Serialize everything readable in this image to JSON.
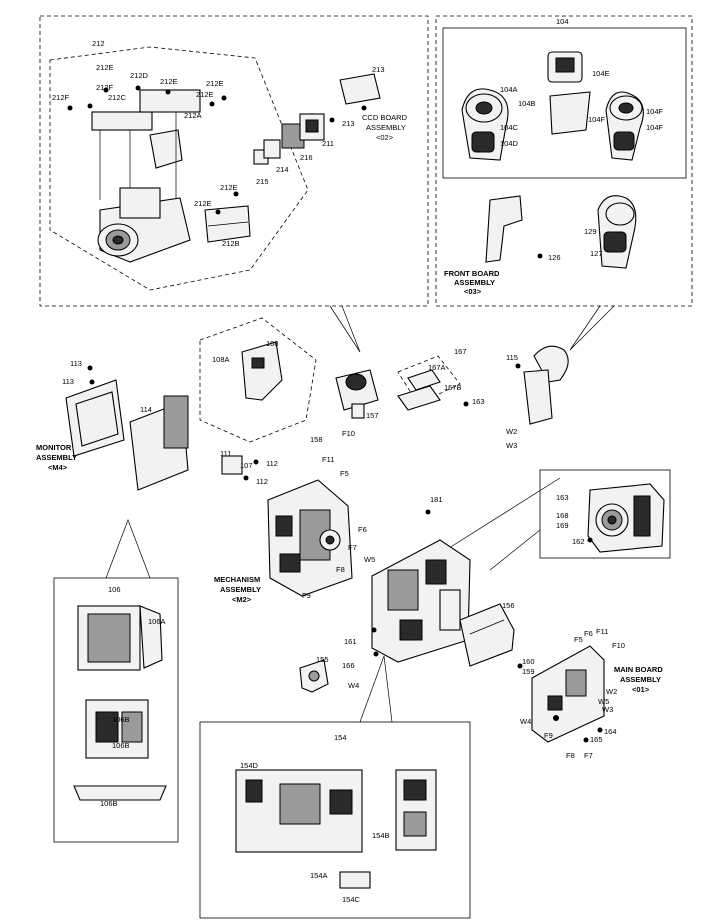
{
  "labels": {
    "g212": "212",
    "p212E_a": "212E",
    "p212D": "212D",
    "p212E_b": "212E",
    "p212F_a": "212F",
    "p212E_c": "212E",
    "p212E_d": "212E",
    "p212F_b": "212F",
    "p212C": "212C",
    "p212A": "212A",
    "p213_a": "213",
    "p213_b": "213",
    "ccd1": "CCD BOARD",
    "ccd2": "ASSEMBLY",
    "ccd3": "<02>",
    "p211": "211",
    "p216": "216",
    "p214": "214",
    "p215": "215",
    "p212E_e": "212E",
    "p212E_f": "212E",
    "p212B": "212B",
    "g104": "104",
    "p104E": "104E",
    "p104A": "104A",
    "p104B": "104B",
    "p104F_a": "104F",
    "p104F_b": "104F",
    "p104F_c": "104F",
    "p104C": "104C",
    "p104D": "104D",
    "p129": "129",
    "p127": "127",
    "p126": "126",
    "fb1": "FRONT BOARD",
    "fb2": "ASSEMBLY",
    "fb3": "<03>",
    "p108": "108",
    "p108A": "108A",
    "p113_a": "113",
    "p113_b": "113",
    "p114": "114",
    "mon1": "MONITOR",
    "mon2": "ASSEMBLY",
    "mon3": "<M4>",
    "p111": "111",
    "p107": "107",
    "p112_a": "112",
    "p112_b": "112",
    "p167": "167",
    "p167A": "167A",
    "p167B": "167B",
    "p163_a": "163",
    "p157": "157",
    "pF10_a": "F10",
    "p158": "158",
    "pF11_a": "F11",
    "p115": "115",
    "pW2_a": "W2",
    "pW3_a": "W3",
    "pF5_a": "F5",
    "pF6_a": "F6",
    "pF7_a": "F7",
    "pF8_a": "F8",
    "pW5_a": "W5",
    "pF9_a": "F9",
    "mech1": "MECHANISM",
    "mech2": "ASSEMBLY",
    "mech3": "<M2>",
    "p181": "181",
    "p163_b": "163",
    "p168": "168",
    "p169": "169",
    "p162": "162",
    "p161": "161",
    "p166": "166",
    "p156": "156",
    "p155": "155",
    "pW4_a": "W4",
    "p160": "160",
    "p159": "159",
    "pF5_b": "F5",
    "pF6_b": "F6",
    "pF11_b": "F11",
    "pF10_b": "F10",
    "mb1": "MAIN BOARD",
    "mb2": "ASSEMBLY",
    "mb3": "<01>",
    "pW2_b": "W2",
    "pW5_b": "W5",
    "pW3_b": "W3",
    "pW4_b": "W4",
    "p164": "164",
    "p165": "165",
    "pF9_b": "F9",
    "pF8_b": "F8",
    "pF7_b": "F7",
    "g106": "106",
    "p106A": "106A",
    "p106B_a": "106B",
    "p106B_b": "106B",
    "p106B_c": "106B",
    "g154": "154",
    "p154D": "154D",
    "p154B": "154B",
    "p154A": "154A",
    "p154C": "154C"
  }
}
